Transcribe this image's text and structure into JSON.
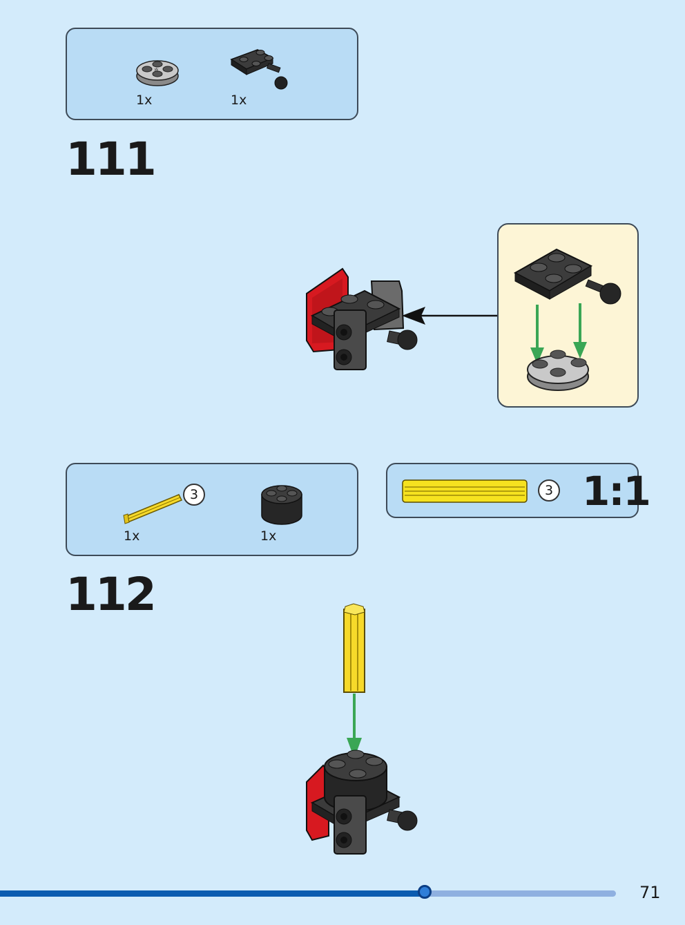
{
  "steps": [
    {
      "number": "111",
      "parts": [
        {
          "name": "round plate 2x2 light gray",
          "qty": "1x"
        },
        {
          "name": "plate 2x2 with tow ball black",
          "qty": "1x"
        }
      ]
    },
    {
      "number": "112",
      "parts": [
        {
          "name": "axle 3 yellow",
          "qty": "1x",
          "length": "3"
        },
        {
          "name": "round brick 2x2 black",
          "qty": "1x"
        }
      ],
      "scale_ref": {
        "length": "3",
        "ratio": "1:1"
      }
    }
  ],
  "colors": {
    "page_bg": "#d3ebfb",
    "box_bg": "#b9dcf5",
    "callout_bg": "#fdf5d6",
    "progress": "#0b5cb0",
    "progress_track": "#8fb0e0",
    "arrow_green": "#3aa655"
  },
  "progress": {
    "fraction": 0.69
  },
  "page_number": "71"
}
